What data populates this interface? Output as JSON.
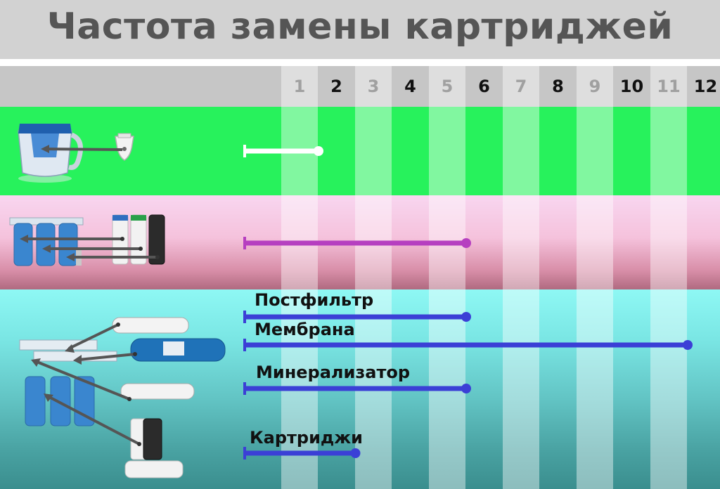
{
  "title": "Частота замены картриджей",
  "chart_data": {
    "type": "bar",
    "orientation": "horizontal",
    "categories": [
      "1",
      "2",
      "3",
      "4",
      "5",
      "6",
      "7",
      "8",
      "9",
      "10",
      "11",
      "12"
    ],
    "series": [
      {
        "group": "pitcher",
        "name": "",
        "start": 0,
        "end": 2,
        "color": "#ffffff"
      },
      {
        "group": "flow",
        "name": "",
        "start": 0,
        "end": 6,
        "color": "#b63fc0"
      },
      {
        "group": "ro",
        "name": "Постфильтр",
        "start": 0,
        "end": 6,
        "color": "#3b3fd6"
      },
      {
        "group": "ro",
        "name": "Мембрана",
        "start": 0,
        "end": 12,
        "color": "#3b3fd6"
      },
      {
        "group": "ro",
        "name": "Минерализатор",
        "start": 0,
        "end": 6,
        "color": "#3b3fd6"
      },
      {
        "group": "ro",
        "name": "Картриджи",
        "start": 0,
        "end": 3,
        "color": "#3b3fd6"
      }
    ],
    "xlim": [
      0,
      12
    ],
    "grid": true,
    "legend": "inline"
  },
  "icons": [
    "filter-pitcher-icon",
    "flow-filter-system-icon",
    "reverse-osmosis-system-icon"
  ],
  "colors": {
    "header_band": "#c6c6c6",
    "pitcher_band": "#27f25c",
    "flow_band": "#f5c2dc",
    "ro_band": "#62c4c4",
    "light_month": "#a0a0a0",
    "dark_month": "#111111"
  }
}
